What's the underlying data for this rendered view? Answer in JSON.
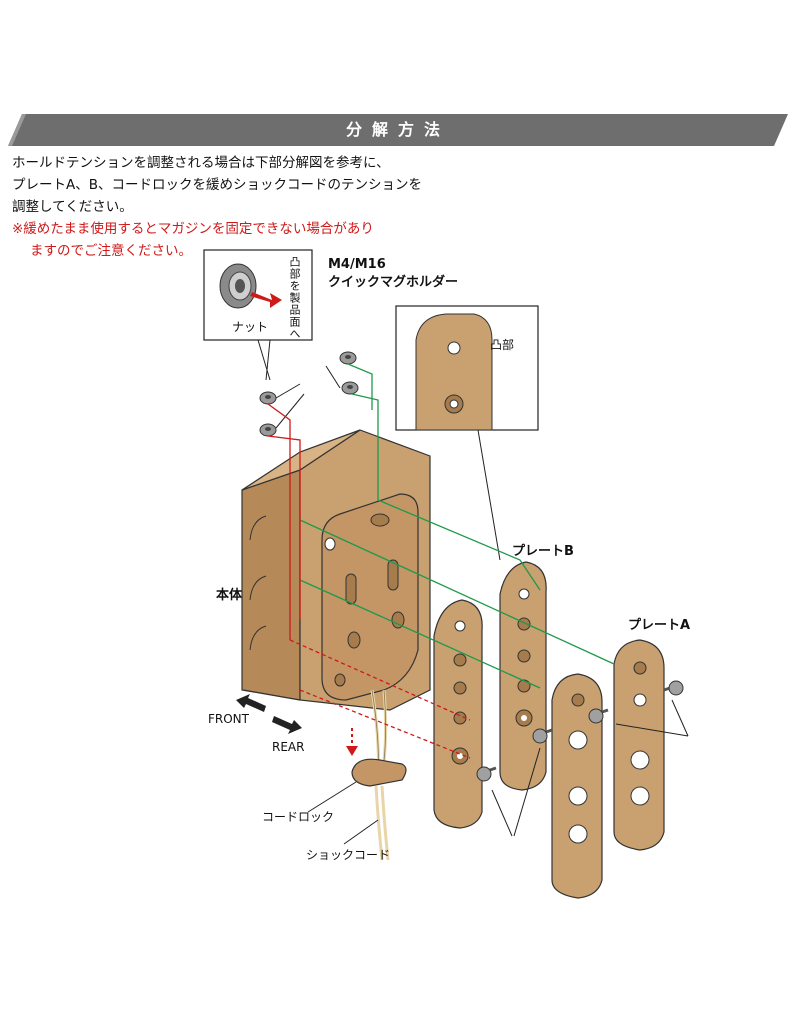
{
  "section": {
    "title": "分解方法"
  },
  "intro": {
    "lines": [
      "ホールドテンションを調整される場合は下部分解図を参考に、",
      "プレートA、B、コードロックを緩めショックコードのテンションを",
      "調整してください。"
    ],
    "warning_lines": [
      "※緩めたまま使用するとマガジンを固定できない場合があり",
      "ますのでご注意ください。"
    ]
  },
  "product": {
    "line1": "M4/M16",
    "line2": "クイックマグホルダー"
  },
  "labels": {
    "nut": "ナット",
    "nut_note": "凸部を製品面へ",
    "protrusion": "凸部",
    "body": "本体",
    "plate_b": "プレートB",
    "plate_a": "プレートA",
    "front": "FRONT",
    "rear": "REAR",
    "cord_lock": "コードロック",
    "shock_cord": "ショックコード"
  },
  "colors": {
    "banner": "#6e6e6e",
    "warning": "#d01a1a",
    "tan": "#c9a070",
    "tan_dark": "#a77c4c",
    "green_line": "#1d9a4a",
    "red_line": "#d01a1a"
  }
}
